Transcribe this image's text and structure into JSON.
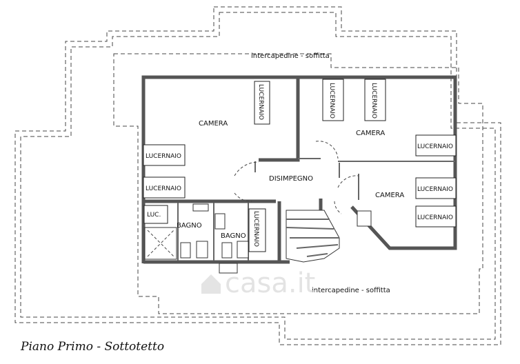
{
  "plan": {
    "title": "Piano Primo - Sottotetto",
    "watermark": "casa.it",
    "areas": {
      "intercapedine_top": "intercapedine - soffitta",
      "intercapedine_bottom": "intercapedine - soffitta"
    },
    "rooms": {
      "camera_1": "CAMERA",
      "camera_2": "CAMERA",
      "camera_3": "CAMERA",
      "disimpegno": "DISIMPEGNO",
      "bagno_1": "BAGNO",
      "bagno_2": "BAGNO"
    },
    "skylights": {
      "l1": "LUCERNAIO",
      "l2": "LUCERNAIO",
      "l3": "LUCERNAIO",
      "l4": "LUCERNAIO",
      "l5": "LUCERNAIO",
      "l6": "LUCERNAIO",
      "l7": "LUCERNAIO",
      "l8": "LUCERNAIO",
      "l9": "LUCERNAIO",
      "luc_small": "LUC."
    }
  }
}
